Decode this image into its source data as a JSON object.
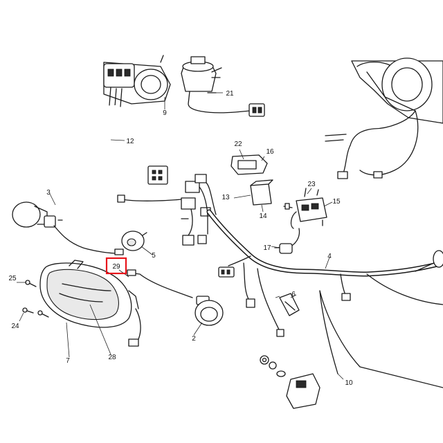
{
  "colors": {
    "highlight": "#e8141b",
    "ink": "#1a1a1a",
    "background": "#ffffff"
  },
  "callouts": {
    "c2": "2",
    "c3": "3",
    "c4": "4",
    "c5": "5",
    "c6": "6",
    "c7": "7",
    "c9": "9",
    "c10": "10",
    "c12": "12",
    "c13": "13",
    "c14": "14",
    "c15": "15",
    "c16": "16",
    "c17": "17",
    "c21": "21",
    "c22": "22",
    "c23": "23",
    "c24": "24",
    "c25": "25",
    "c28": "28",
    "c29": "29"
  },
  "highlighted_callout": "29"
}
